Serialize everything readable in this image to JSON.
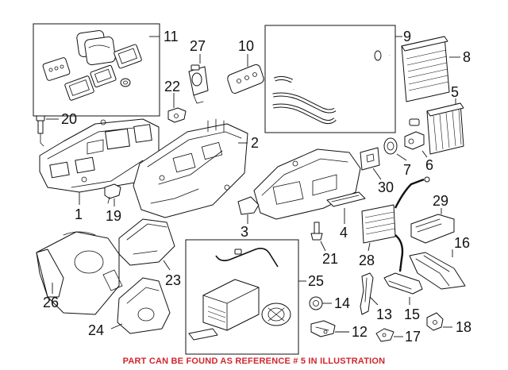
{
  "callouts": {
    "c1": "1",
    "c2": "2",
    "c3": "3",
    "c4": "4",
    "c5": "5",
    "c6": "6",
    "c7": "7",
    "c8": "8",
    "c9": "9",
    "c10": "10",
    "c11": "11",
    "c12": "12",
    "c13": "13",
    "c14": "14",
    "c15": "15",
    "c16": "16",
    "c17": "17",
    "c18": "18",
    "c19": "19",
    "c20": "20",
    "c21": "21",
    "c22": "22",
    "c23": "23",
    "c24": "24",
    "c25": "25",
    "c26": "26",
    "c27": "27",
    "c28": "28",
    "c29": "29",
    "c30": "30"
  },
  "footer": {
    "note": "PART CAN BE FOUND AS REFERENCE # 5 IN ILLUSTRATION",
    "color": "#d0262d"
  }
}
